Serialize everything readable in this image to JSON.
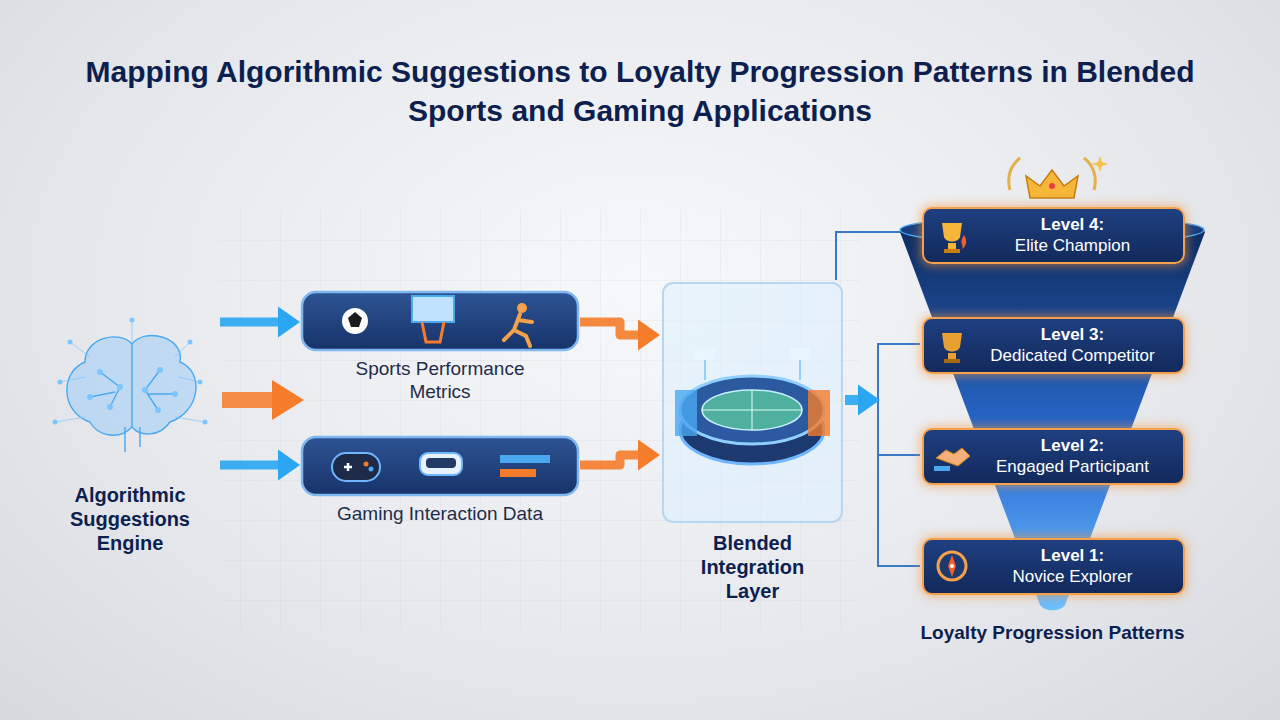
{
  "diagram": {
    "title": "Mapping Algorithmic Suggestions to Loyalty Progression Patterns in Blended Sports and Gaming Applications",
    "nodes": [
      {
        "text": [
          "Algorithmic Suggestions Engine"
        ]
      },
      {
        "text": [
          "Sports Performance Metrics"
        ]
      },
      {
        "text": [
          "Gaming Interaction Data"
        ]
      },
      {
        "text": [
          "Blended Integration Layer"
        ]
      },
      {
        "text": [
          "Loyalty Progression Patterns"
        ]
      },
      {
        "text": [
          "Level 4:",
          "Elite Champion"
        ],
        "in": 4
      },
      {
        "text": [
          "Level 3:",
          "Dedicated Competitor"
        ],
        "in": 4
      },
      {
        "text": [
          "Level 2:",
          "Engaged Participant"
        ],
        "in": 4
      },
      {
        "text": [
          "Level 1:",
          "Novice Explorer"
        ],
        "in": 4
      }
    ],
    "edges": [
      {
        "from": 0,
        "to": 1,
        "arrow": "to"
      },
      {
        "from": 0,
        "to": 2,
        "arrow": "to"
      },
      {
        "from": 1,
        "to": 3,
        "arrow": "to"
      },
      {
        "from": 2,
        "to": 3,
        "arrow": "to"
      },
      {
        "from": 3,
        "to": 4,
        "arrow": "to"
      },
      {
        "from": 5,
        "to": 6,
        "arrow": "none"
      },
      {
        "from": 6,
        "to": 7,
        "arrow": "none"
      },
      {
        "from": 7,
        "to": 8,
        "arrow": "none"
      }
    ]
  }
}
